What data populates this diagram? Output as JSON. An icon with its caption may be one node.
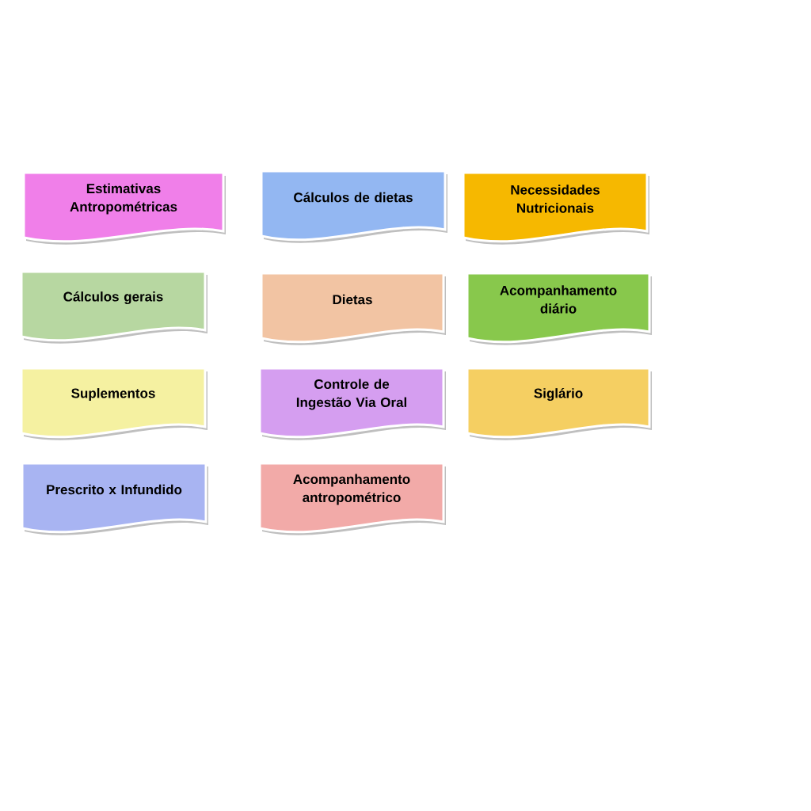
{
  "diagram": {
    "nodes": [
      {
        "text": [
          "Estimativas Antropométricas"
        ]
      },
      {
        "text": [
          "Cálculos de dietas"
        ]
      },
      {
        "text": [
          "Necessidades Nutricionais"
        ]
      },
      {
        "text": [
          "Cálculos gerais"
        ]
      },
      {
        "text": [
          "Dietas"
        ]
      },
      {
        "text": [
          "Acompanhamento diário"
        ]
      },
      {
        "text": [
          "Suplementos"
        ]
      },
      {
        "text": [
          "Controle de Ingestão Via Oral"
        ]
      },
      {
        "text": [
          "Siglário"
        ]
      },
      {
        "text": [
          "Prescrito x Infundido"
        ]
      },
      {
        "text": [
          "Acompanhamento antropométrico"
        ]
      }
    ]
  }
}
